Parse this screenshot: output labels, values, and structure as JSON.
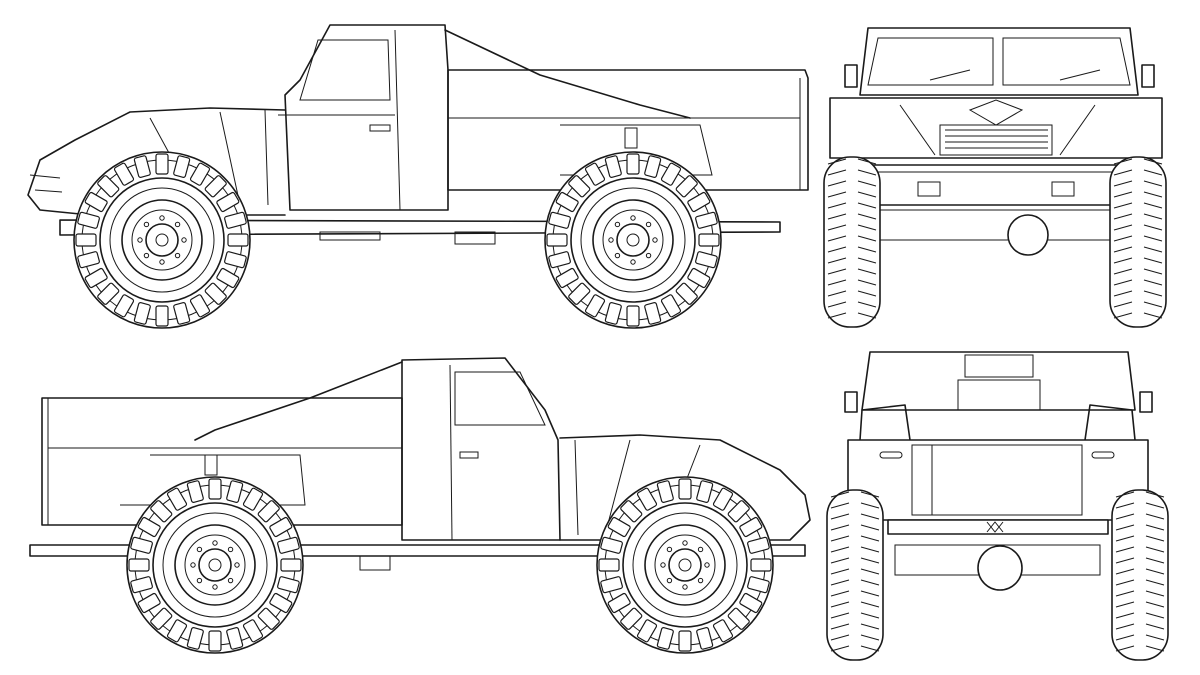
{
  "drawing": {
    "views": [
      {
        "id": "side-left",
        "label": ""
      },
      {
        "id": "front",
        "label": ""
      },
      {
        "id": "side-right",
        "label": ""
      },
      {
        "id": "rear",
        "label": ""
      }
    ],
    "line_color": "#1a1a1a",
    "background_color": "#ffffff"
  }
}
